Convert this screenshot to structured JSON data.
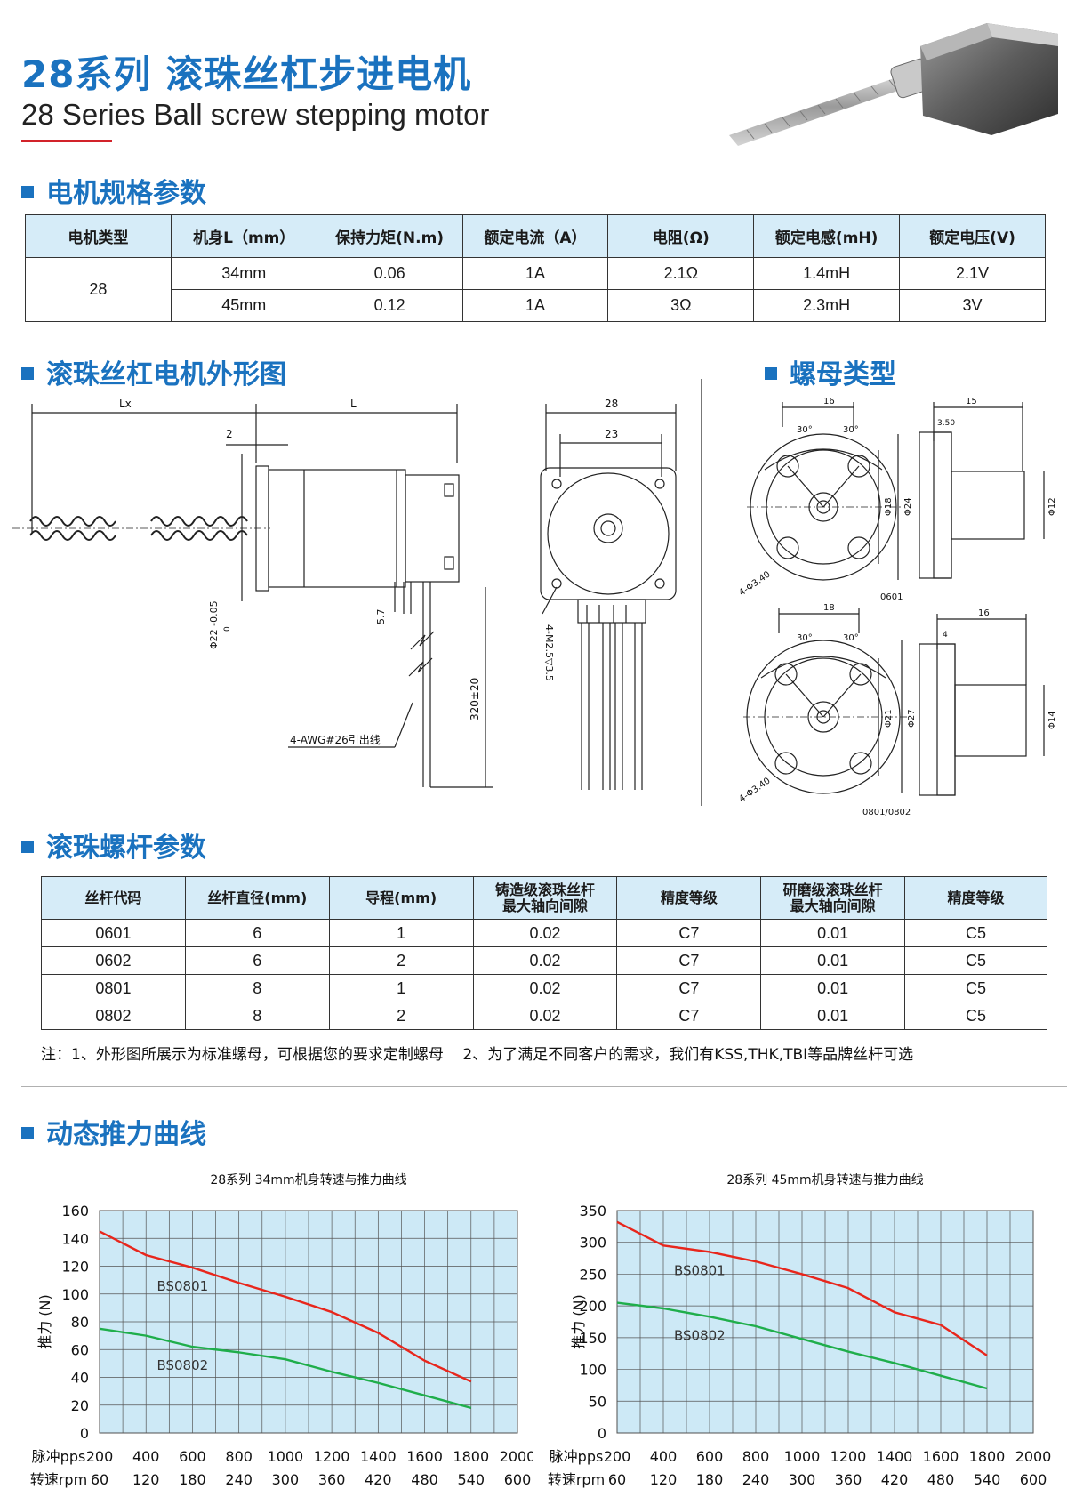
{
  "header": {
    "title_cn": "28系列 滚珠丝杠步进电机",
    "title_en": "28 Series Ball screw stepping motor"
  },
  "sections": {
    "spec": "电机规格参数",
    "outline": "滚珠丝杠电机外形图",
    "nut": "螺母类型",
    "screw": "滚珠螺杆参数",
    "thrust": "动态推力曲线"
  },
  "spec_table": {
    "headers": [
      "电机类型",
      "机身L（mm）",
      "保持力矩(N.m)",
      "额定电流（A）",
      "电阻(Ω)",
      "额定电感(mH)",
      "额定电压(V)"
    ],
    "motor_type": "28",
    "rows": [
      [
        "34mm",
        "0.06",
        "1A",
        "2.1Ω",
        "1.4mH",
        "2.1V"
      ],
      [
        "45mm",
        "0.12",
        "1A",
        "3Ω",
        "2.3mH",
        "3V"
      ]
    ]
  },
  "drawing_labels": {
    "lx": "Lx",
    "l": "L",
    "two": "2",
    "dia22": "Φ22 -0.05",
    "dia22_tol": "0",
    "h57": "5.7",
    "len320": "320±20",
    "awg": "4-AWG#26引出线",
    "w28": "28",
    "w23": "23",
    "m25": "4-M2.5▽3.5",
    "n1_w": "16",
    "n1_a1": "30°",
    "n1_a2": "30°",
    "n1_d18": "Φ18",
    "n1_d24": "Φ24",
    "n1_holes": "4-Φ3.40",
    "n1_code": "0601",
    "n1s_w": "15",
    "n1s_f": "3.50",
    "n1s_d12": "Φ12",
    "n2_w": "18",
    "n2_a1": "30°",
    "n2_a2": "30°",
    "n2_d21": "Φ21",
    "n2_d27": "Φ27",
    "n2_holes": "4-Φ3.40",
    "n2_code": "0801/0802",
    "n2s_w": "16",
    "n2s_f": "4",
    "n2s_d14": "Φ14"
  },
  "screw_table": {
    "headers": [
      "丝杆代码",
      "丝杆直径(mm)",
      "导程(mm)",
      "铸造级滚珠丝杆\n最大轴向间隙",
      "精度等级",
      "研磨级滚珠丝杆\n最大轴向间隙",
      "精度等级"
    ],
    "rows": [
      [
        "0601",
        "6",
        "1",
        "0.02",
        "C7",
        "0.01",
        "C5"
      ],
      [
        "0602",
        "6",
        "2",
        "0.02",
        "C7",
        "0.01",
        "C5"
      ],
      [
        "0801",
        "8",
        "1",
        "0.02",
        "C7",
        "0.01",
        "C5"
      ],
      [
        "0802",
        "8",
        "2",
        "0.02",
        "C7",
        "0.01",
        "C5"
      ]
    ]
  },
  "note": "注：1、外形图所展示为标准螺母，可根据您的要求定制螺母    2、为了满足不同客户的需求，我们有KSS,THK,TBI等品牌丝杆可选",
  "colors": {
    "accent": "#1a72bf",
    "red_line": "#e8261c",
    "green_line": "#1fae4b",
    "chart_bg": "#cde9f6"
  },
  "chart_data": [
    {
      "type": "line",
      "title": "28系列 34mm机身转速与推力曲线",
      "ylabel": "推力 (N)",
      "x_label_pps": "脉冲pps",
      "x_label_rpm": "转速rpm",
      "x_pps": [
        200,
        400,
        600,
        800,
        1000,
        1200,
        1400,
        1600,
        1800,
        2000
      ],
      "x_rpm": [
        60,
        120,
        180,
        240,
        300,
        360,
        420,
        480,
        540,
        600
      ],
      "yticks": [
        0,
        20,
        40,
        60,
        80,
        100,
        120,
        140,
        160
      ],
      "ylim": [
        0,
        160
      ],
      "xlim": [
        200,
        2000
      ],
      "series": [
        {
          "name": "BS0801",
          "color": "#e8261c",
          "x": [
            200,
            400,
            600,
            800,
            1000,
            1200,
            1400,
            1600,
            1800
          ],
          "values": [
            145,
            128,
            119,
            108,
            98,
            87,
            72,
            52,
            37
          ]
        },
        {
          "name": "BS0802",
          "color": "#1fae4b",
          "x": [
            200,
            400,
            600,
            800,
            1000,
            1200,
            1400,
            1600,
            1800
          ],
          "values": [
            75,
            70,
            62,
            58,
            53,
            44,
            36,
            27,
            18
          ]
        }
      ]
    },
    {
      "type": "line",
      "title": "28系列 45mm机身转速与推力曲线",
      "ylabel": "推力 (N)",
      "x_label_pps": "脉冲pps",
      "x_label_rpm": "转速rpm",
      "x_pps": [
        200,
        400,
        600,
        800,
        1000,
        1200,
        1400,
        1600,
        1800,
        2000
      ],
      "x_rpm": [
        60,
        120,
        180,
        240,
        300,
        360,
        420,
        480,
        540,
        600
      ],
      "yticks": [
        0,
        50,
        100,
        150,
        200,
        250,
        300,
        350
      ],
      "ylim": [
        0,
        350
      ],
      "xlim": [
        200,
        2000
      ],
      "series": [
        {
          "name": "BS0801",
          "color": "#e8261c",
          "x": [
            200,
            400,
            600,
            800,
            1000,
            1200,
            1400,
            1600,
            1800
          ],
          "values": [
            332,
            295,
            285,
            270,
            250,
            228,
            190,
            170,
            122
          ]
        },
        {
          "name": "BS0802",
          "color": "#1fae4b",
          "x": [
            200,
            400,
            600,
            800,
            1000,
            1200,
            1400,
            1600,
            1800
          ],
          "values": [
            205,
            196,
            183,
            168,
            148,
            128,
            110,
            90,
            70
          ]
        }
      ]
    }
  ]
}
